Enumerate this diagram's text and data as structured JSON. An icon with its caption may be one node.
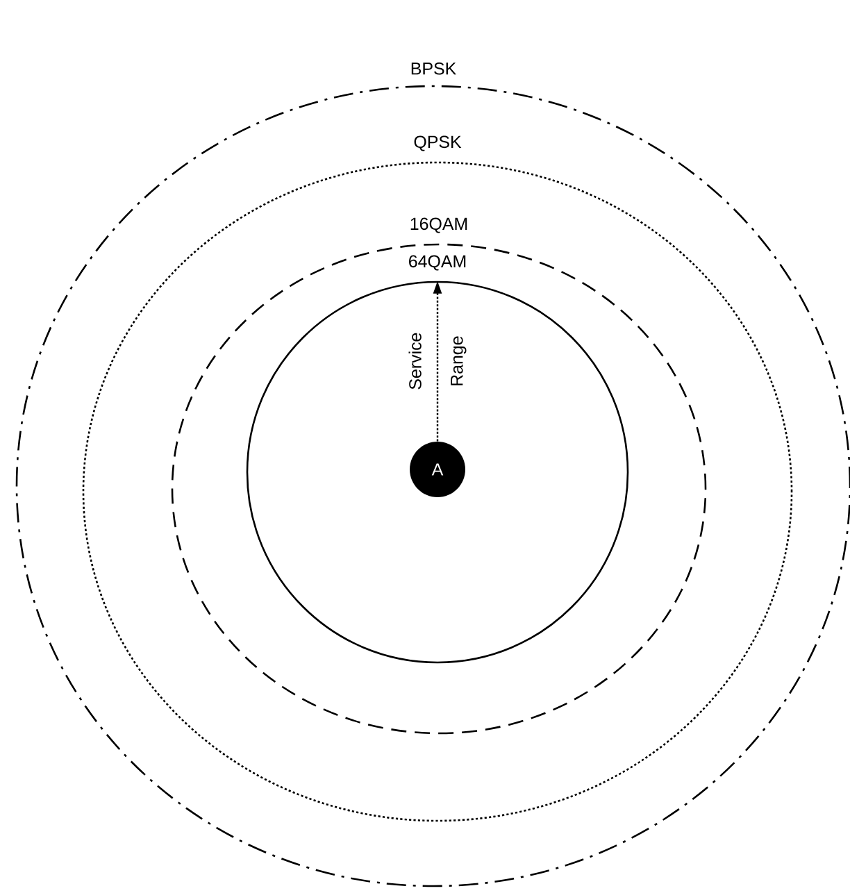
{
  "diagram": {
    "nodes": [
      {
        "text": [
          "BPSK"
        ]
      },
      {
        "text": [
          "QPSK"
        ],
        "in": 0
      },
      {
        "text": [
          "16QAM"
        ],
        "in": 1
      },
      {
        "text": [
          "64QAM"
        ],
        "in": 2
      },
      {
        "text": [
          "A"
        ],
        "in": 3
      }
    ],
    "edges": [
      {
        "from": 4,
        "to": 3,
        "arrow": "to",
        "style": "dashed",
        "label": "Service Range"
      }
    ]
  }
}
